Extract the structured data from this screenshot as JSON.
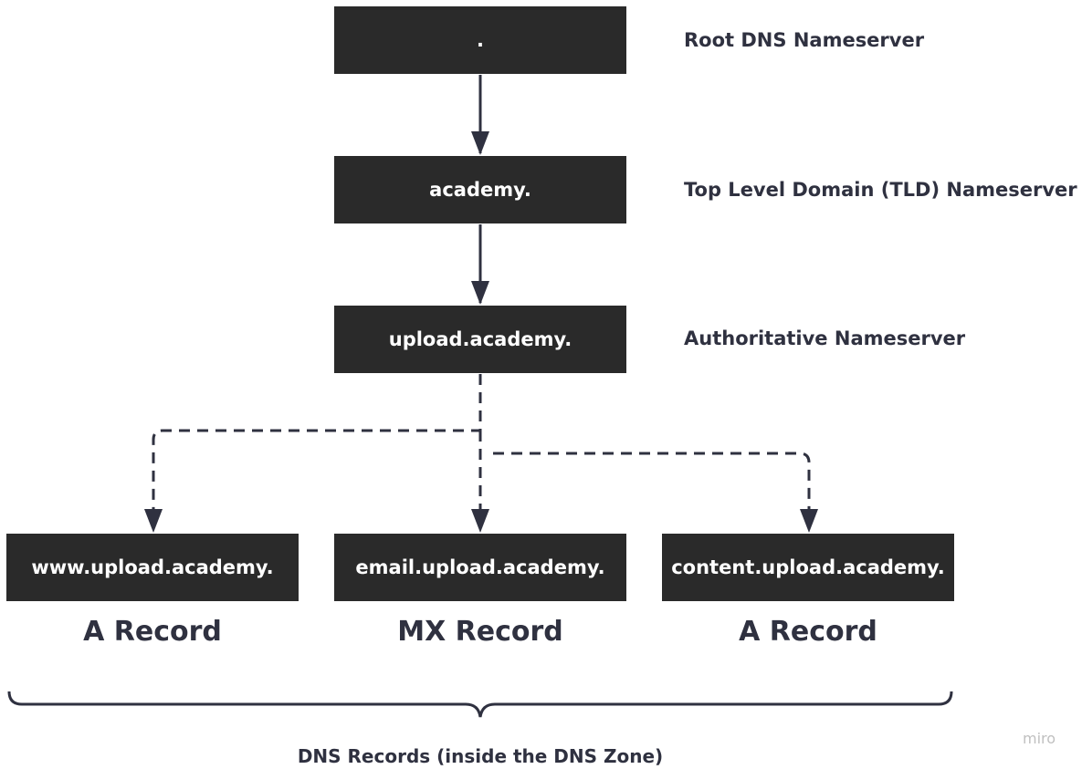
{
  "nodes": {
    "root": ".",
    "tld": "academy.",
    "auth": "upload.academy.",
    "www": "www.upload.academy.",
    "email": "email.upload.academy.",
    "content": "content.upload.academy."
  },
  "labels": {
    "root": "Root DNS Nameserver",
    "tld": "Top Level Domain (TLD) Nameserver",
    "auth": "Authoritative Nameserver"
  },
  "record_types": {
    "www": "A Record",
    "email": "MX Record",
    "content": "A Record"
  },
  "caption": "DNS Records (inside the DNS Zone)",
  "watermark": "miro",
  "colors": {
    "node_fill": "#2a2a2a",
    "text": "#2f3140",
    "connector": "#2f3140"
  }
}
